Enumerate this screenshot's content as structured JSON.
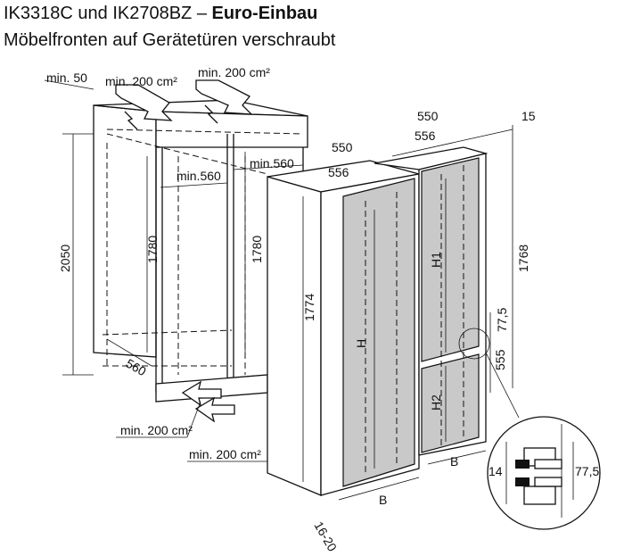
{
  "header": {
    "title_models": "IK3318C und IK2708BZ – ",
    "title_type": "Euro-Einbau",
    "subtitle": "Möbelfronten auf Gerätetüren verschraubt"
  },
  "niche": {
    "min_gap": "min. 50",
    "vent_top_left": "min. 200 cm²",
    "vent_top_right": "min. 200 cm²",
    "width_left": "min.560",
    "width_right": "min.560",
    "height_total": "2050",
    "height_left": "1780",
    "height_right": "1780",
    "depth": "560",
    "vent_bottom_1": "min. 200 cm²",
    "vent_bottom_2": "min. 200 cm²"
  },
  "appliance_single": {
    "depth_body": "550",
    "depth_door": "556",
    "height": "1774",
    "door_height": "H",
    "door_width": "B",
    "door_gap": "16-20"
  },
  "appliance_double": {
    "depth_body": "550",
    "depth_door": "556",
    "top_offset": "15",
    "height": "1768",
    "upper_door": "H1",
    "lower_door": "H2",
    "gap_dim": "77,5",
    "lower_height": "555",
    "door_width": "B"
  },
  "detail": {
    "gap": "14",
    "spacing": "77,5"
  }
}
